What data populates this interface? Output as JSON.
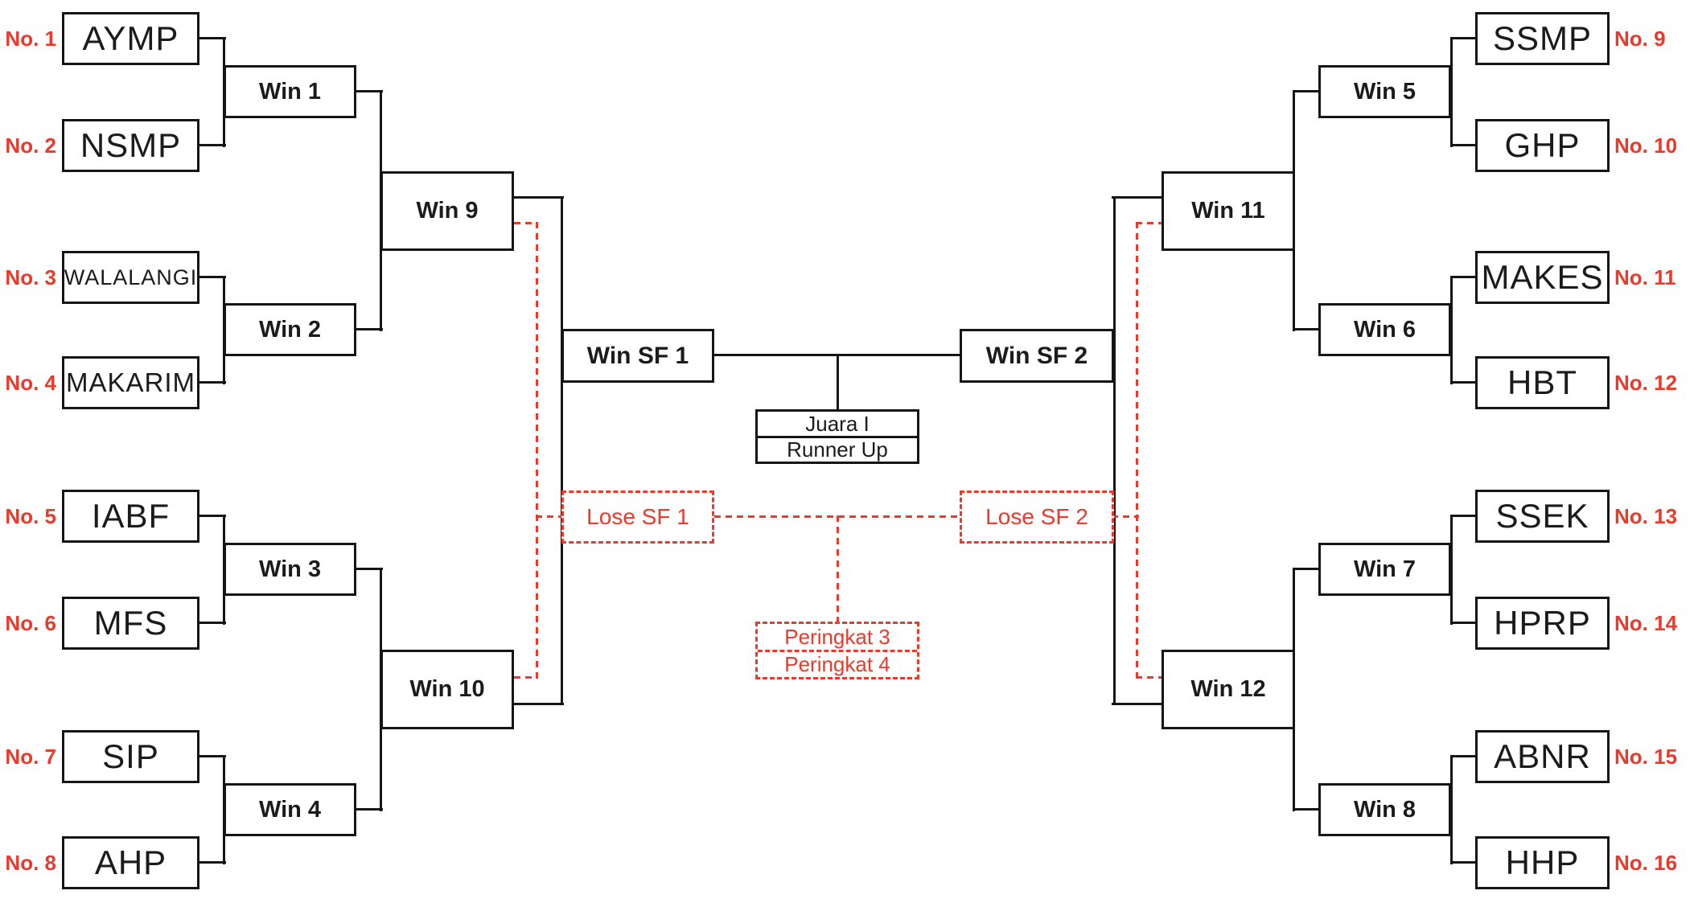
{
  "bracket": {
    "colors": {
      "accent_red": "#E93A2B",
      "line_black": "#151515"
    },
    "left": {
      "teams": [
        {
          "seed": "No. 1",
          "name": "AYMP"
        },
        {
          "seed": "No. 2",
          "name": "NSMP"
        },
        {
          "seed": "No. 3",
          "name": "WALALANGI"
        },
        {
          "seed": "No. 4",
          "name": "MAKARIM"
        },
        {
          "seed": "No. 5",
          "name": "IABF"
        },
        {
          "seed": "No. 6",
          "name": "MFS"
        },
        {
          "seed": "No. 7",
          "name": "SIP"
        },
        {
          "seed": "No. 8",
          "name": "AHP"
        }
      ],
      "quarterfinals": [
        "Win 1",
        "Win 2",
        "Win 3",
        "Win 4"
      ],
      "semis": [
        "Win 9",
        "Win 10"
      ],
      "final_slot": "Win SF 1",
      "lose_slot": "Lose SF 1"
    },
    "right": {
      "teams": [
        {
          "seed": "No. 9",
          "name": "SSMP"
        },
        {
          "seed": "No. 10",
          "name": "GHP"
        },
        {
          "seed": "No. 11",
          "name": "MAKES"
        },
        {
          "seed": "No. 12",
          "name": "HBT"
        },
        {
          "seed": "No. 13",
          "name": "SSEK"
        },
        {
          "seed": "No. 14",
          "name": "HPRP"
        },
        {
          "seed": "No. 15",
          "name": "ABNR"
        },
        {
          "seed": "No. 16",
          "name": "HHP"
        }
      ],
      "quarterfinals": [
        "Win 5",
        "Win 6",
        "Win 7",
        "Win 8"
      ],
      "semis": [
        "Win 11",
        "Win 12"
      ],
      "final_slot": "Win SF 2",
      "lose_slot": "Lose SF 2"
    },
    "final": {
      "champion": "Juara I",
      "runner_up": "Runner Up"
    },
    "consolation": {
      "third": "Peringkat 3",
      "fourth": "Peringkat 4"
    }
  }
}
